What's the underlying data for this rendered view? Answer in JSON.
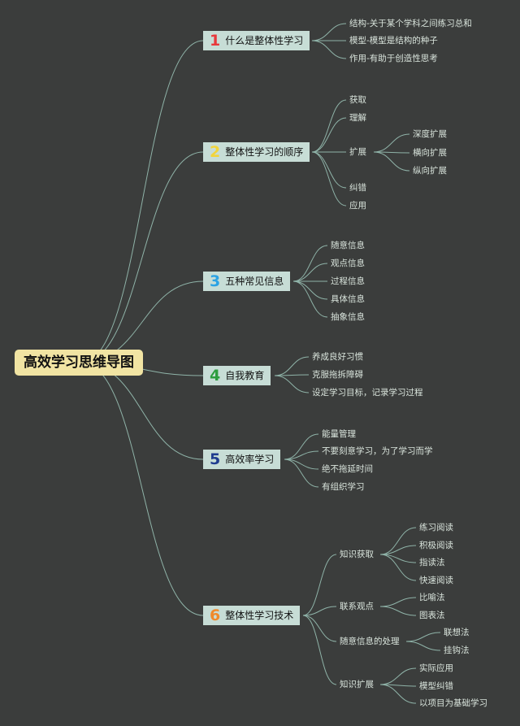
{
  "root": {
    "title": "高效学习思维导图"
  },
  "branches": [
    {
      "num": "1",
      "color": "#e8383b",
      "title": "什么是整体性学习"
    },
    {
      "num": "2",
      "color": "#f2d43a",
      "title": "整体性学习的顺序"
    },
    {
      "num": "3",
      "color": "#2ca3e4",
      "title": "五种常见信息"
    },
    {
      "num": "4",
      "color": "#2e9d3f",
      "title": "自我教育"
    },
    {
      "num": "5",
      "color": "#1f3c8f",
      "title": "高效率学习"
    },
    {
      "num": "6",
      "color": "#f08a2a",
      "title": "整体性学习技术"
    }
  ],
  "b1": [
    "结构-关于某个学科之间练习总和",
    "模型-模型是结构的种子",
    "作用-有助于创造性思考"
  ],
  "b2": [
    "获取",
    "理解",
    "扩展",
    "纠错",
    "应用"
  ],
  "b2_expand": [
    "深度扩展",
    "横向扩展",
    "纵向扩展"
  ],
  "b3": [
    "随意信息",
    "观点信息",
    "过程信息",
    "具体信息",
    "抽象信息"
  ],
  "b4": [
    "养成良好习惯",
    "克服拖拆障碍",
    "设定学习目标，记录学习过程"
  ],
  "b5": [
    "能量管理",
    "不要刻意学习，为了学习而学",
    "绝不拖延时间",
    "有组织学习"
  ],
  "b6": [
    "知识获取",
    "联系观点",
    "随意信息的处理",
    "知识扩展"
  ],
  "b6_acquire": [
    "练习阅读",
    "积极阅读",
    "指读法",
    "快速阅读"
  ],
  "b6_connect": [
    "比喻法",
    "图表法"
  ],
  "b6_random": [
    "联想法",
    "挂钩法"
  ],
  "b6_expand": [
    "实际应用",
    "模型纠错",
    "以项目为基础学习"
  ],
  "colors": {
    "background": "#3b3d3c",
    "line": "#8fb3a8",
    "root": "#f1e4a3",
    "branch": "#c7ddd6",
    "text": "#d9e4dc"
  }
}
